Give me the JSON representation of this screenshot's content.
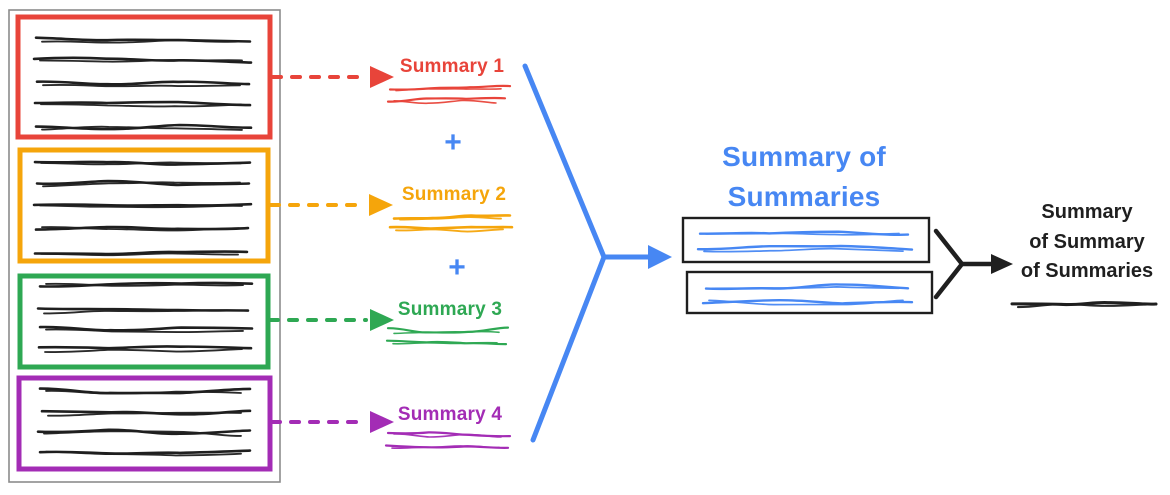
{
  "palette": {
    "red": "#E8443A",
    "yellow": "#F5A50B",
    "green": "#2EA853",
    "purple": "#A32CB5",
    "blue": "#4787F3",
    "ink": "#1F1F1F",
    "frame_gray": "#8C8C8C"
  },
  "left_panel": {
    "boxes": [
      {
        "color": "#E8443A"
      },
      {
        "color": "#F5A50B"
      },
      {
        "color": "#2EA853"
      },
      {
        "color": "#A32CB5"
      }
    ]
  },
  "summaries": [
    {
      "label": "Summary 1",
      "color": "#E8443A"
    },
    {
      "label": "Summary 2",
      "color": "#F5A50B"
    },
    {
      "label": "Summary 3",
      "color": "#2EA853"
    },
    {
      "label": "Summary 4",
      "color": "#A32CB5"
    }
  ],
  "plus_sign": "+",
  "summary_of_summaries": {
    "title_lines": [
      "Summary of",
      "Summaries"
    ],
    "color": "#4787F3"
  },
  "final_summary": {
    "label_lines": [
      "Summary",
      "of Summary",
      "of Summaries"
    ],
    "color": "#1F1F1F"
  }
}
